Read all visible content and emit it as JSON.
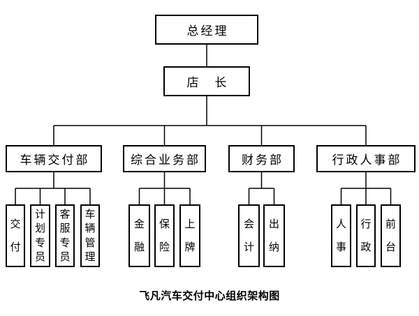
{
  "caption": "飞凡汽车交付中心组织架构图",
  "org": {
    "root": {
      "label": "总经理"
    },
    "manager": {
      "label": "店　长"
    },
    "departments": [
      {
        "label": "车辆交付部",
        "children": [
          "交付",
          "计划专员",
          "客服专员",
          "车辆管理"
        ]
      },
      {
        "label": "综合业务部",
        "children": [
          "金融",
          "保险",
          "上牌"
        ]
      },
      {
        "label": "财务部",
        "children": [
          "会计",
          "出纳"
        ]
      },
      {
        "label": "行政人事部",
        "children": [
          "人事",
          "行政",
          "前台"
        ]
      }
    ]
  },
  "style": {
    "line_color": "#000000",
    "box_border_color": "#000000",
    "background_color": "#ffffff"
  }
}
